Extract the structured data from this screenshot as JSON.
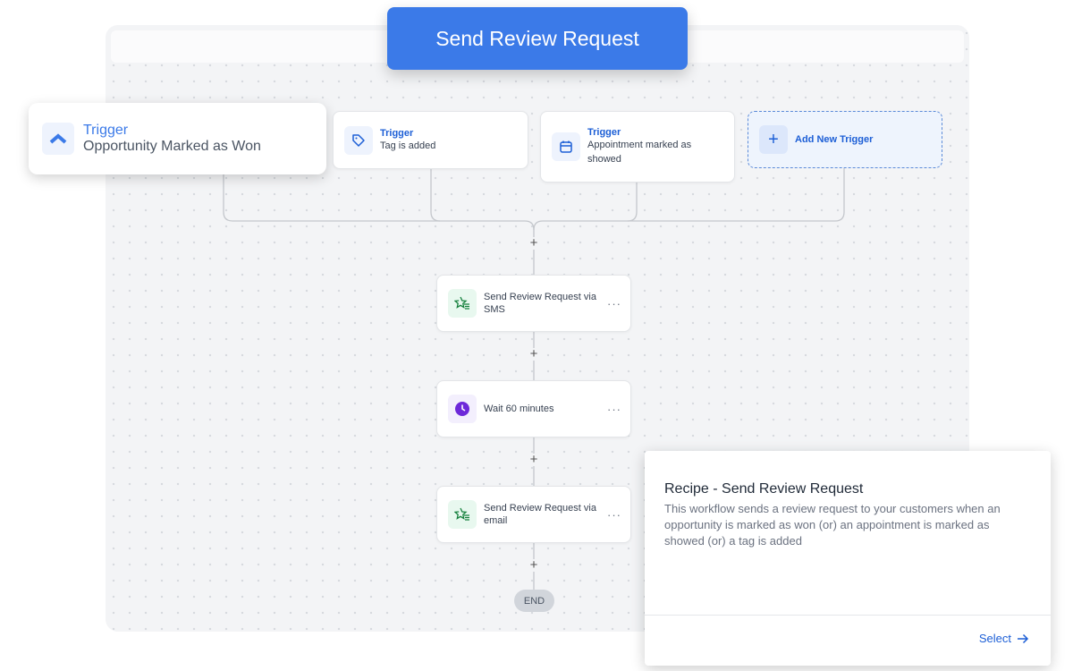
{
  "header": {
    "title": "Send Review Request"
  },
  "triggers": [
    {
      "label": "Trigger",
      "text": "Opportunity Marked as Won",
      "icon": "chevron-up-icon"
    },
    {
      "label": "Trigger",
      "text": "Tag is added",
      "icon": "tag-icon"
    },
    {
      "label": "Trigger",
      "text": "Appointment marked as showed",
      "icon": "calendar-icon"
    }
  ],
  "add_trigger": {
    "label": "Add New Trigger"
  },
  "actions": [
    {
      "text": "Send Review Request via SMS",
      "icon": "star-list-icon"
    },
    {
      "text": "Wait 60 minutes",
      "icon": "clock-icon"
    },
    {
      "text": "Send Review Request via email",
      "icon": "star-list-icon"
    }
  ],
  "more_label": "···",
  "add_step": "+",
  "end_label": "END",
  "recipe": {
    "title": "Recipe - Send Review Request",
    "description": "This workflow sends a review request to your customers when an opportunity is marked as won (or) an appointment is marked as showed (or) a tag is added",
    "select_label": "Select"
  },
  "colors": {
    "accent": "#3b7ae8",
    "link": "#1d5fd6",
    "wait": "#6d28d9",
    "action": "#15803d"
  }
}
